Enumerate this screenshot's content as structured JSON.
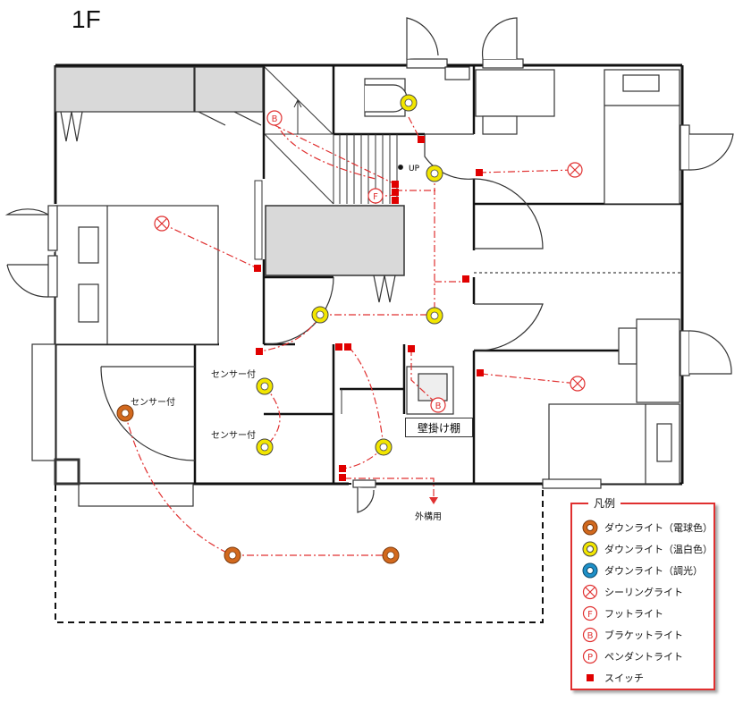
{
  "floor_title": "1F",
  "labels": {
    "up": "UP",
    "sensor_1": "センサー付",
    "sensor_2": "センサー付",
    "sensor_3": "センサー付",
    "wall_shelf": "壁掛け棚",
    "exterior": "外構用",
    "bracket_symbol": "B",
    "foot_symbol": "F"
  },
  "legend": {
    "title": "凡例",
    "items": [
      {
        "label": "ダウンライト（電球色）",
        "icon": "downlight-warm-icon"
      },
      {
        "label": "ダウンライト（温白色）",
        "icon": "downlight-neutral-icon"
      },
      {
        "label": "ダウンライト（調光）",
        "icon": "downlight-dimmable-icon"
      },
      {
        "label": "シーリングライト",
        "icon": "ceiling-light-icon"
      },
      {
        "label": "フットライト",
        "icon": "foot-light-icon",
        "symbol": "F"
      },
      {
        "label": "ブラケットライト",
        "icon": "bracket-light-icon",
        "symbol": "B"
      },
      {
        "label": "ペンダントライト",
        "icon": "pendant-light-icon",
        "symbol": "P"
      },
      {
        "label": "スイッチ",
        "icon": "switch-icon"
      }
    ]
  },
  "colors": {
    "wall": "#111111",
    "wiring": "#e03030",
    "switch": "#e00000",
    "downlight_warm": "#d2691e",
    "downlight_neutral": "#f2e600",
    "downlight_dimmable": "#1e90c8",
    "fixture_fill": "#d9d9d9",
    "symbol_red": "#e03030"
  }
}
